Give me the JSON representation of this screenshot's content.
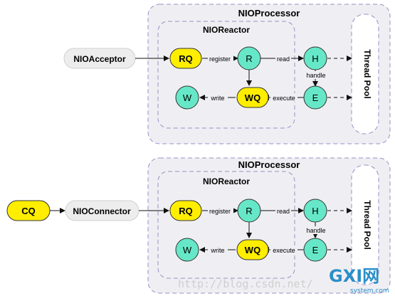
{
  "diagram": {
    "top": {
      "processor_label": "NIOProcessor",
      "reactor_label": "NIOReactor",
      "source_label": "NIOAcceptor"
    },
    "bottom": {
      "processor_label": "NIOProcessor",
      "reactor_label": "NIOReactor",
      "source_label": "NIOConnector",
      "queue_label": "CQ"
    },
    "nodes": {
      "rq": "RQ",
      "r": "R",
      "h": "H",
      "e": "E",
      "w": "W",
      "wq": "WQ"
    },
    "edges": {
      "register": "register",
      "read": "read",
      "handle": "handle",
      "execute": "execute",
      "write": "write"
    },
    "thread_pool_label": "Thread Pool"
  },
  "watermark": {
    "url": "http://blog.csdn.net/",
    "logo_text": "GXI网",
    "logo_sub": "system.com"
  },
  "colors": {
    "yellow": "#ffee00",
    "teal": "#66e8c8",
    "panel": "#efeff3",
    "dash": "#9a8fc6"
  }
}
